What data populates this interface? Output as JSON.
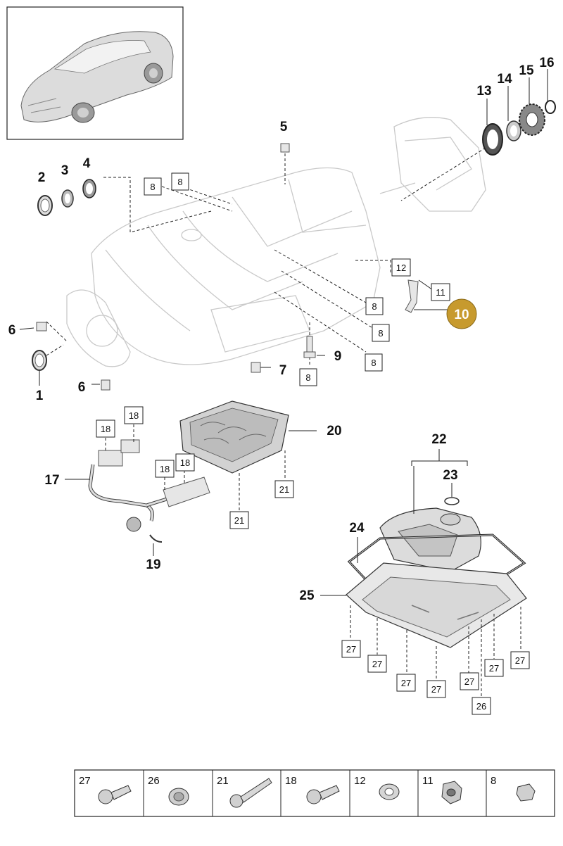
{
  "callouts": {
    "c1": "1",
    "c2": "2",
    "c3": "3",
    "c4": "4",
    "c5": "5",
    "c6a": "6",
    "c6b": "6",
    "c7": "7",
    "c9": "9",
    "c13": "13",
    "c14": "14",
    "c15": "15",
    "c16": "16",
    "c17": "17",
    "c19": "19",
    "c20": "20",
    "c22": "22",
    "c23": "23",
    "c24": "24",
    "c25": "25"
  },
  "highlight": {
    "label": "10",
    "color": "#c79a2e"
  },
  "boxes": {
    "b8a": "8",
    "b8b": "8",
    "b8c": "8",
    "b8d": "8",
    "b8e": "8",
    "b8f": "8",
    "b11": "11",
    "b12": "12",
    "b18a": "18",
    "b18b": "18",
    "b18c": "18",
    "b18d": "18",
    "b21a": "21",
    "b21b": "21",
    "b26": "26",
    "b27a": "27",
    "b27b": "27",
    "b27c": "27",
    "b27d": "27",
    "b27e": "27",
    "b27f": "27",
    "b27g": "27"
  },
  "legend": [
    "27",
    "26",
    "21",
    "18",
    "12",
    "11",
    "8"
  ],
  "icons": {
    "car": "car-thumbnail-icon",
    "legend": [
      "torx-bolt-icon",
      "plug-icon",
      "long-bolt-icon",
      "torx-bolt-icon",
      "washer-icon",
      "hex-nut-icon",
      "plug-icon"
    ]
  }
}
